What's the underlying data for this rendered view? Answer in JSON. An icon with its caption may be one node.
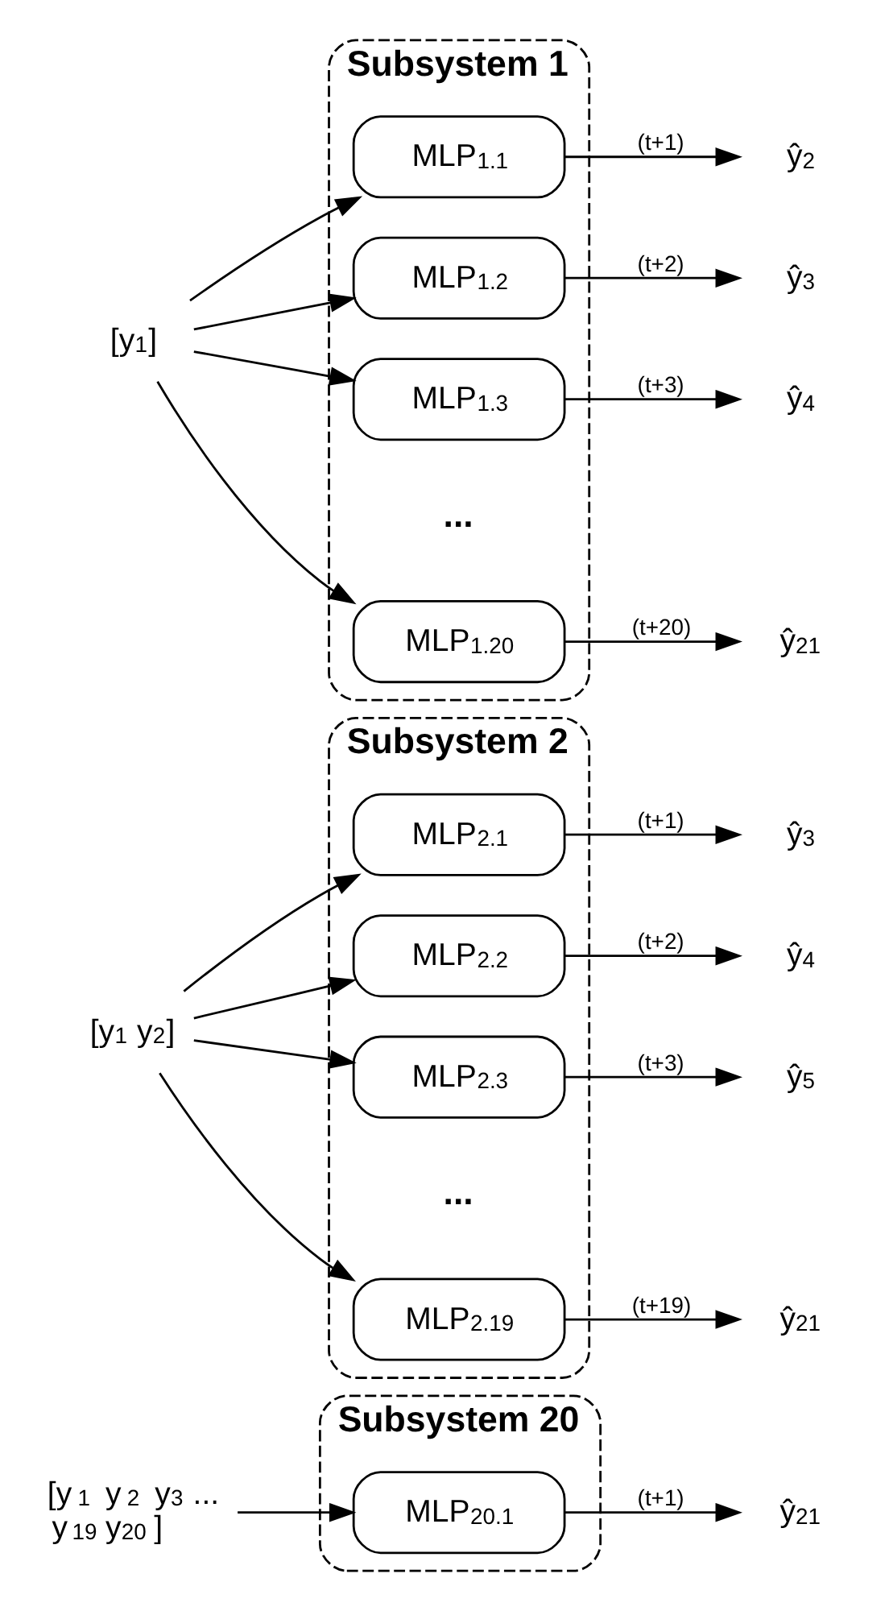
{
  "diagram": {
    "nodes": [
      {
        "text": [
          "Subsystem 1"
        ]
      },
      {
        "text": [
          "[y$_{1}$]"
        ]
      },
      {
        "text": [
          "MLP$_{1.1}$"
        ],
        "in": 0
      },
      {
        "text": [
          "MLP$_{1.2}$"
        ],
        "in": 0
      },
      {
        "text": [
          "MLP$_{1.3}$"
        ],
        "in": 0
      },
      {
        "text": [
          "MLP$_{1.20}$"
        ],
        "in": 0
      },
      {
        "text": [
          "ŷ$_{2}$"
        ]
      },
      {
        "text": [
          "ŷ$_{3}$"
        ]
      },
      {
        "text": [
          "ŷ$_{4}$"
        ]
      },
      {
        "text": [
          "ŷ$_{21}$"
        ]
      },
      {
        "text": [
          "Subsystem 2"
        ]
      },
      {
        "text": [
          "[y$_{1}$ y$_{2}$]"
        ]
      },
      {
        "text": [
          "MLP$_{2.1}$"
        ],
        "in": 10
      },
      {
        "text": [
          "MLP$_{2.2}$"
        ],
        "in": 10
      },
      {
        "text": [
          "MLP$_{2.3}$"
        ],
        "in": 10
      },
      {
        "text": [
          "MLP$_{2.19}$"
        ],
        "in": 10
      },
      {
        "text": [
          "ŷ$_{3}$"
        ]
      },
      {
        "text": [
          "ŷ$_{4}$"
        ]
      },
      {
        "text": [
          "ŷ$_{5}$"
        ]
      },
      {
        "text": [
          "ŷ$_{21}$"
        ]
      },
      {
        "text": [
          "Subsystem 20"
        ]
      },
      {
        "text": [
          "[y$_{1}$ y$_{2}$ y$_{3}$ ... y$_{19}$ y$_{20}$]"
        ]
      },
      {
        "text": [
          "MLP$_{20.1}$"
        ],
        "in": 20
      },
      {
        "text": [
          "ŷ$_{21}$"
        ]
      }
    ],
    "edges": [
      {
        "from": 1,
        "to": 2,
        "arrow": "to"
      },
      {
        "from": 1,
        "to": 3,
        "arrow": "to"
      },
      {
        "from": 1,
        "to": 4,
        "arrow": "to"
      },
      {
        "from": 1,
        "to": 5,
        "arrow": "to"
      },
      {
        "from": 2,
        "to": 6,
        "arrow": "to",
        "label": "(t+1)"
      },
      {
        "from": 3,
        "to": 7,
        "arrow": "to",
        "label": "(t+2)"
      },
      {
        "from": 4,
        "to": 8,
        "arrow": "to",
        "label": "(t+3)"
      },
      {
        "from": 5,
        "to": 9,
        "arrow": "to",
        "label": "(t+20)"
      },
      {
        "from": 11,
        "to": 12,
        "arrow": "to"
      },
      {
        "from": 11,
        "to": 13,
        "arrow": "to"
      },
      {
        "from": 11,
        "to": 14,
        "arrow": "to"
      },
      {
        "from": 11,
        "to": 15,
        "arrow": "to"
      },
      {
        "from": 12,
        "to": 16,
        "arrow": "to",
        "label": "(t+1)"
      },
      {
        "from": 13,
        "to": 17,
        "arrow": "to",
        "label": "(t+2)"
      },
      {
        "from": 14,
        "to": 18,
        "arrow": "to",
        "label": "(t+3)"
      },
      {
        "from": 15,
        "to": 19,
        "arrow": "to",
        "label": "(t+19)"
      },
      {
        "from": 21,
        "to": 22,
        "arrow": "to"
      },
      {
        "from": 22,
        "to": 23,
        "arrow": "to",
        "label": "(t+1)"
      }
    ],
    "labels": [
      "...",
      "..."
    ]
  }
}
